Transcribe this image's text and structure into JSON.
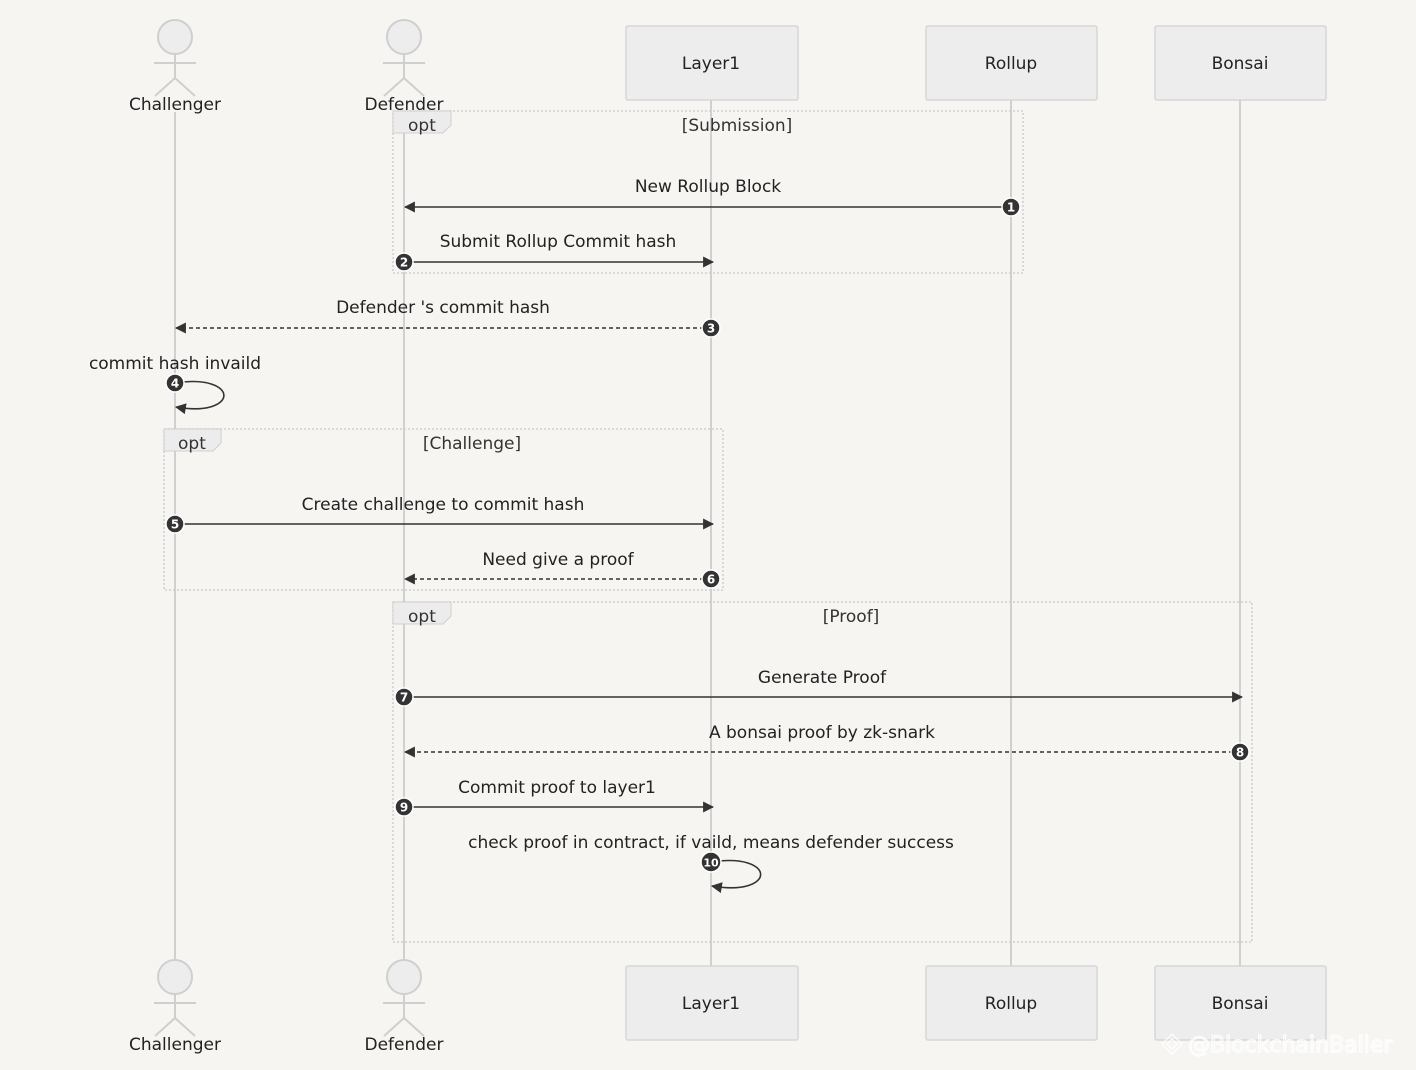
{
  "participants": [
    {
      "id": "challenger",
      "name": "Challenger",
      "kind": "actor"
    },
    {
      "id": "defender",
      "name": "Defender",
      "kind": "actor"
    },
    {
      "id": "layer1",
      "name": "Layer1",
      "kind": "box"
    },
    {
      "id": "rollup",
      "name": "Rollup",
      "kind": "box"
    },
    {
      "id": "bonsai",
      "name": "Bonsai",
      "kind": "box"
    }
  ],
  "fragments": [
    {
      "keyword": "opt",
      "label": "[Submission]"
    },
    {
      "keyword": "opt",
      "label": "[Challenge]"
    },
    {
      "keyword": "opt",
      "label": "[Proof]"
    }
  ],
  "messages": [
    {
      "n": "1",
      "from": "rollup",
      "to": "defender",
      "text": "New Rollup Block",
      "style": "solid"
    },
    {
      "n": "2",
      "from": "defender",
      "to": "layer1",
      "text": "Submit Rollup Commit hash",
      "style": "solid"
    },
    {
      "n": "3",
      "from": "layer1",
      "to": "challenger",
      "text": "Defender 's commit hash",
      "style": "dashed"
    },
    {
      "n": "4",
      "from": "challenger",
      "to": "challenger",
      "text": "commit hash invaild",
      "style": "self"
    },
    {
      "n": "5",
      "from": "challenger",
      "to": "layer1",
      "text": "Create challenge to commit hash",
      "style": "solid"
    },
    {
      "n": "6",
      "from": "layer1",
      "to": "defender",
      "text": "Need give a proof",
      "style": "dashed"
    },
    {
      "n": "7",
      "from": "defender",
      "to": "bonsai",
      "text": "Generate Proof",
      "style": "solid"
    },
    {
      "n": "8",
      "from": "bonsai",
      "to": "defender",
      "text": "A bonsai proof by zk-snark",
      "style": "dashed"
    },
    {
      "n": "9",
      "from": "defender",
      "to": "layer1",
      "text": "Commit proof to layer1",
      "style": "solid"
    },
    {
      "n": "10",
      "from": "layer1",
      "to": "layer1",
      "text": "check proof in contract, if vaild, means defender success",
      "style": "self"
    }
  ],
  "watermark": "@BlockchainBaller",
  "colors": {
    "background": "#f6f5f2",
    "box_fill": "#ededed",
    "box_stroke": "#d6d6d6",
    "lifeline": "#d0d0d0",
    "arrow": "#333333",
    "badge": "#333333",
    "fragment_border": "#cfcfcf"
  }
}
